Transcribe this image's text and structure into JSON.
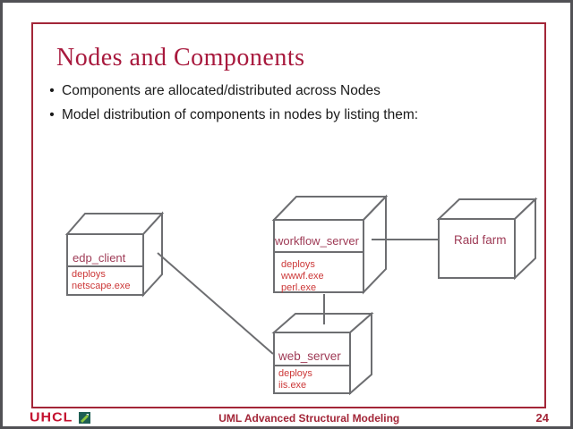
{
  "slide": {
    "title": "Nodes and Components",
    "bullet_char": "•",
    "bullets": [
      "Components are allocated/distributed across Nodes",
      "Model distribution of components in nodes by listing them:"
    ]
  },
  "diagram": {
    "type": "uml-deployment-diagram",
    "nodes": [
      {
        "name": "edp_client",
        "deploys": [
          "deploys",
          "netscape.exe"
        ]
      },
      {
        "name": "workflow_server",
        "deploys": [
          "deploys",
          "wwwf.exe",
          "perl.exe"
        ]
      },
      {
        "name": "Raid farm",
        "deploys": []
      },
      {
        "name": "web_server",
        "deploys": [
          "deploys",
          "iis.exe"
        ]
      }
    ],
    "connections": [
      {
        "from": "edp_client",
        "to": "web_server"
      },
      {
        "from": "workflow_server",
        "to": "Raid farm"
      },
      {
        "from": "workflow_server",
        "to": "web_server"
      }
    ]
  },
  "footer": {
    "logo_text": "UHCL",
    "center_text": "UML Advanced Structural Modeling",
    "page_number": "24"
  },
  "colors": {
    "frame_crimson": "#A32638",
    "title_red": "#A8193D",
    "node_name_red": "#9E3A55",
    "deploy_text_red": "#CC3838",
    "line_gray": "#6D6E71",
    "logo_red": "#C41230",
    "icon_teal": "#1E5F54",
    "icon_green": "#8CC63F",
    "outer_border_gray": "#515155"
  }
}
